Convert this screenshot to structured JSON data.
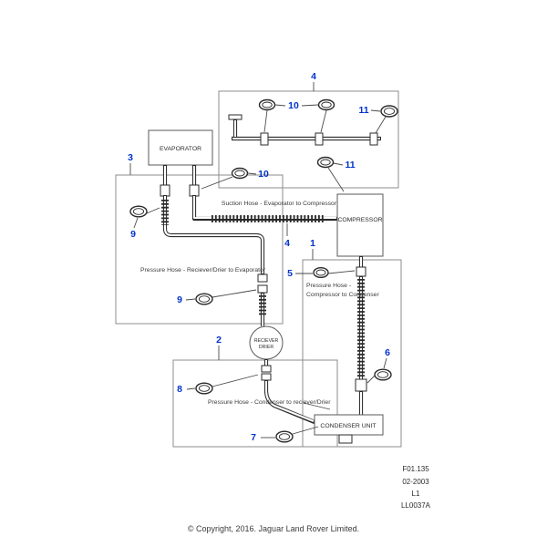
{
  "accent": "#0033cc",
  "components": {
    "evaporator": "EVAPORATOR",
    "compressor": "COMPRESSOR",
    "receiver_line1": "RECIEVER",
    "receiver_line2": "DRIER",
    "condenser": "CONDENSER UNIT"
  },
  "labels": {
    "suction": "Suction Hose - Evaporator to Compressor",
    "receiver_to_evaporator": "Pressure Hose - Reciever/Drier to Evaporator",
    "compressor_to_condenser_1": "Pressure Hose -",
    "compressor_to_condenser_2": "Compressor to Condenser",
    "condenser_to_receiver": "Pressure Hose - Condenser to reciever/Drier"
  },
  "callouts": {
    "c4_top": "4",
    "c10_top": "10",
    "c11_top": "11",
    "c3": "3",
    "c10_mid": "10",
    "c11_mid": "11",
    "c9_left": "9",
    "c4_mid": "4",
    "c1": "1",
    "c5": "5",
    "c9_mid": "9",
    "c2": "2",
    "c6": "6",
    "c8": "8",
    "c7": "7"
  },
  "plate": {
    "line1": "F01.135",
    "line2": "02-2003",
    "line3": "L1",
    "line4": "LL0037A"
  },
  "footer": "© Copyright, 2016. Jaguar Land Rover Limited."
}
